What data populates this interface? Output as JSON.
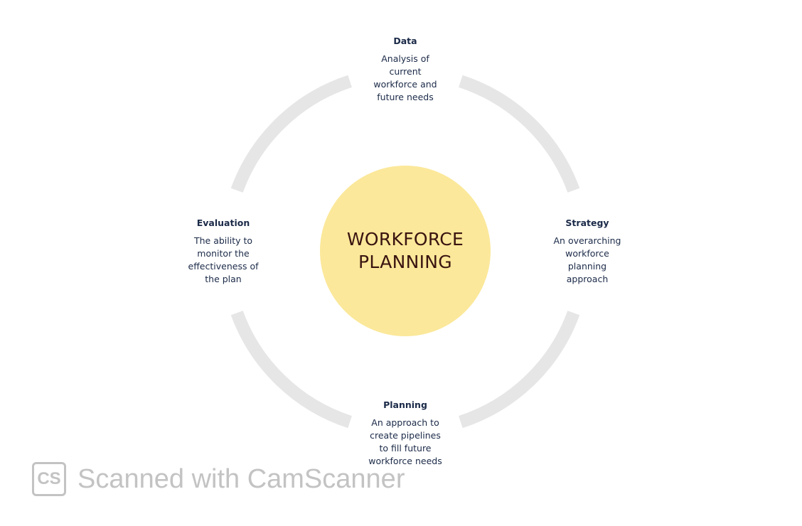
{
  "center": {
    "line1": "WORKFORCE",
    "line2": "PLANNING"
  },
  "nodes": {
    "data": {
      "title": "Data",
      "lines": [
        "Analysis of",
        "current",
        "workforce and",
        "future needs"
      ]
    },
    "strategy": {
      "title": "Strategy",
      "lines": [
        "An overarching",
        "workforce",
        "planning",
        "approach"
      ]
    },
    "planning": {
      "title": "Planning",
      "lines": [
        "An approach to",
        "create pipelines",
        "to fill future",
        "workforce needs"
      ]
    },
    "evaluation": {
      "title": "Evaluation",
      "lines": [
        "The ability to",
        "monitor the",
        "effectiveness of",
        "the plan"
      ]
    }
  },
  "watermark": {
    "logo": "CS",
    "text": "Scanned with CamScanner"
  },
  "colors": {
    "ring": "#e6e6e6",
    "center_fill": "#fbe89a",
    "center_text": "#3a1410",
    "node_text": "#1b2a48"
  }
}
